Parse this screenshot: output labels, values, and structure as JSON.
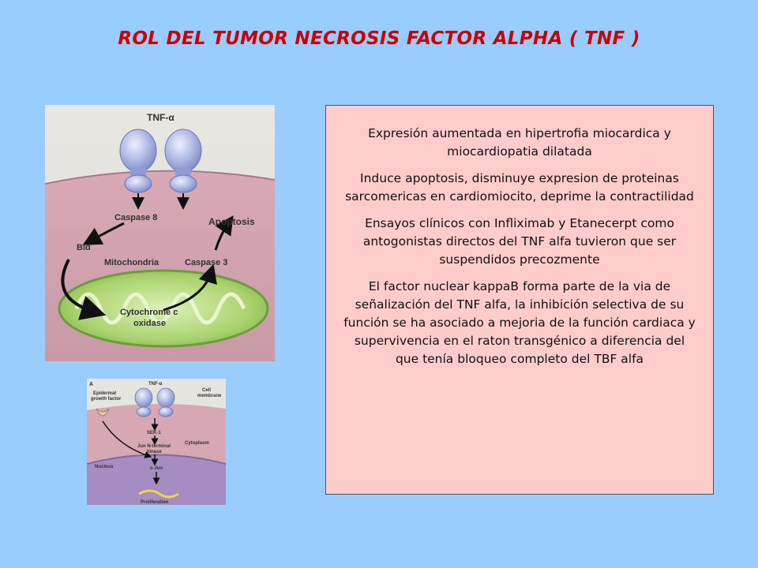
{
  "slide": {
    "title": "ROL DEL TUMOR NECROSIS FACTOR ALPHA ( TNF )",
    "colors": {
      "background": "#99ccff",
      "title": "#cc0000",
      "box": "#ffcccc"
    }
  },
  "figure_main": {
    "labels": {
      "tnf": "TNF-α",
      "caspase8": "Caspase 8",
      "apoptosis": "Apoptosis",
      "bid": "Bid",
      "mitochondria": "Mitochondria",
      "caspase3": "Caspase 3",
      "cytochrome": "Cytochrome c",
      "oxidase": "oxidase"
    }
  },
  "figure_small": {
    "labels": {
      "panel": "A",
      "tnf": "TNF-α",
      "egf1": "Epidermal",
      "egf2": "growth factor",
      "cell1": "Cell",
      "cell2": "membrane",
      "sek": "SEK-1",
      "jnk1": "Jun N-terminal",
      "jnk2": "kinase",
      "cytoplasm": "Cytoplasm",
      "nucleus": "Nucleus",
      "cjun": "c-Jun",
      "prolif": "Proliferation"
    }
  },
  "text_box": {
    "paragraphs": [
      "Expresión aumentada en hipertrofia miocardica y miocardiopatia dilatada",
      "Induce apoptosis, disminuye expresion de proteinas sarcomericas en cardiomiocito, deprime la contractilidad",
      "Ensayos clínicos con Infliximab y Etanecerpt como  antogonistas directos del TNF alfa tuvieron que ser suspendidos precozmente",
      "El factor nuclear kappaB forma parte  de la via de señalización del TNF alfa, la inhibición selectiva de su función se ha asociado a mejoria de la función cardiaca y supervivencia en el raton transgénico  a diferencia del que tenía bloqueo completo del TBF alfa"
    ]
  }
}
